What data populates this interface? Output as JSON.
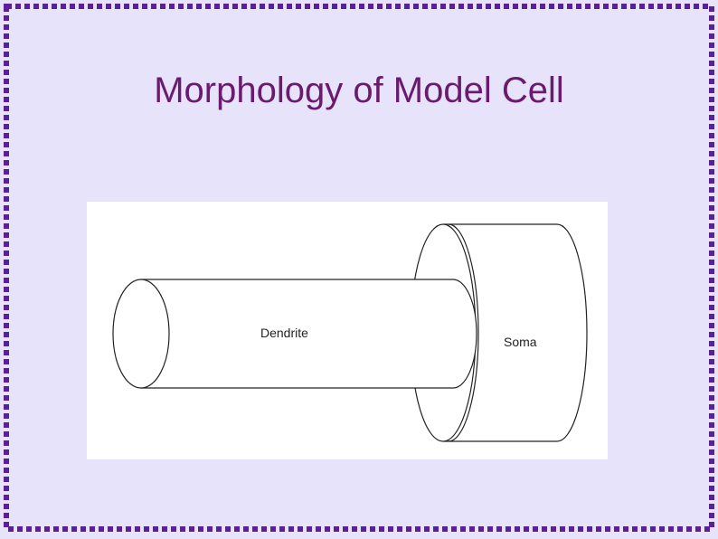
{
  "slide": {
    "title": "Morphology of Model Cell",
    "background_color": "#e6e3fa",
    "border_color": "#5a1f9a",
    "title_color": "#6a1b6e"
  },
  "diagram": {
    "dendrite_label": "Dendrite",
    "soma_label": "Soma",
    "stroke_color": "#222222"
  }
}
